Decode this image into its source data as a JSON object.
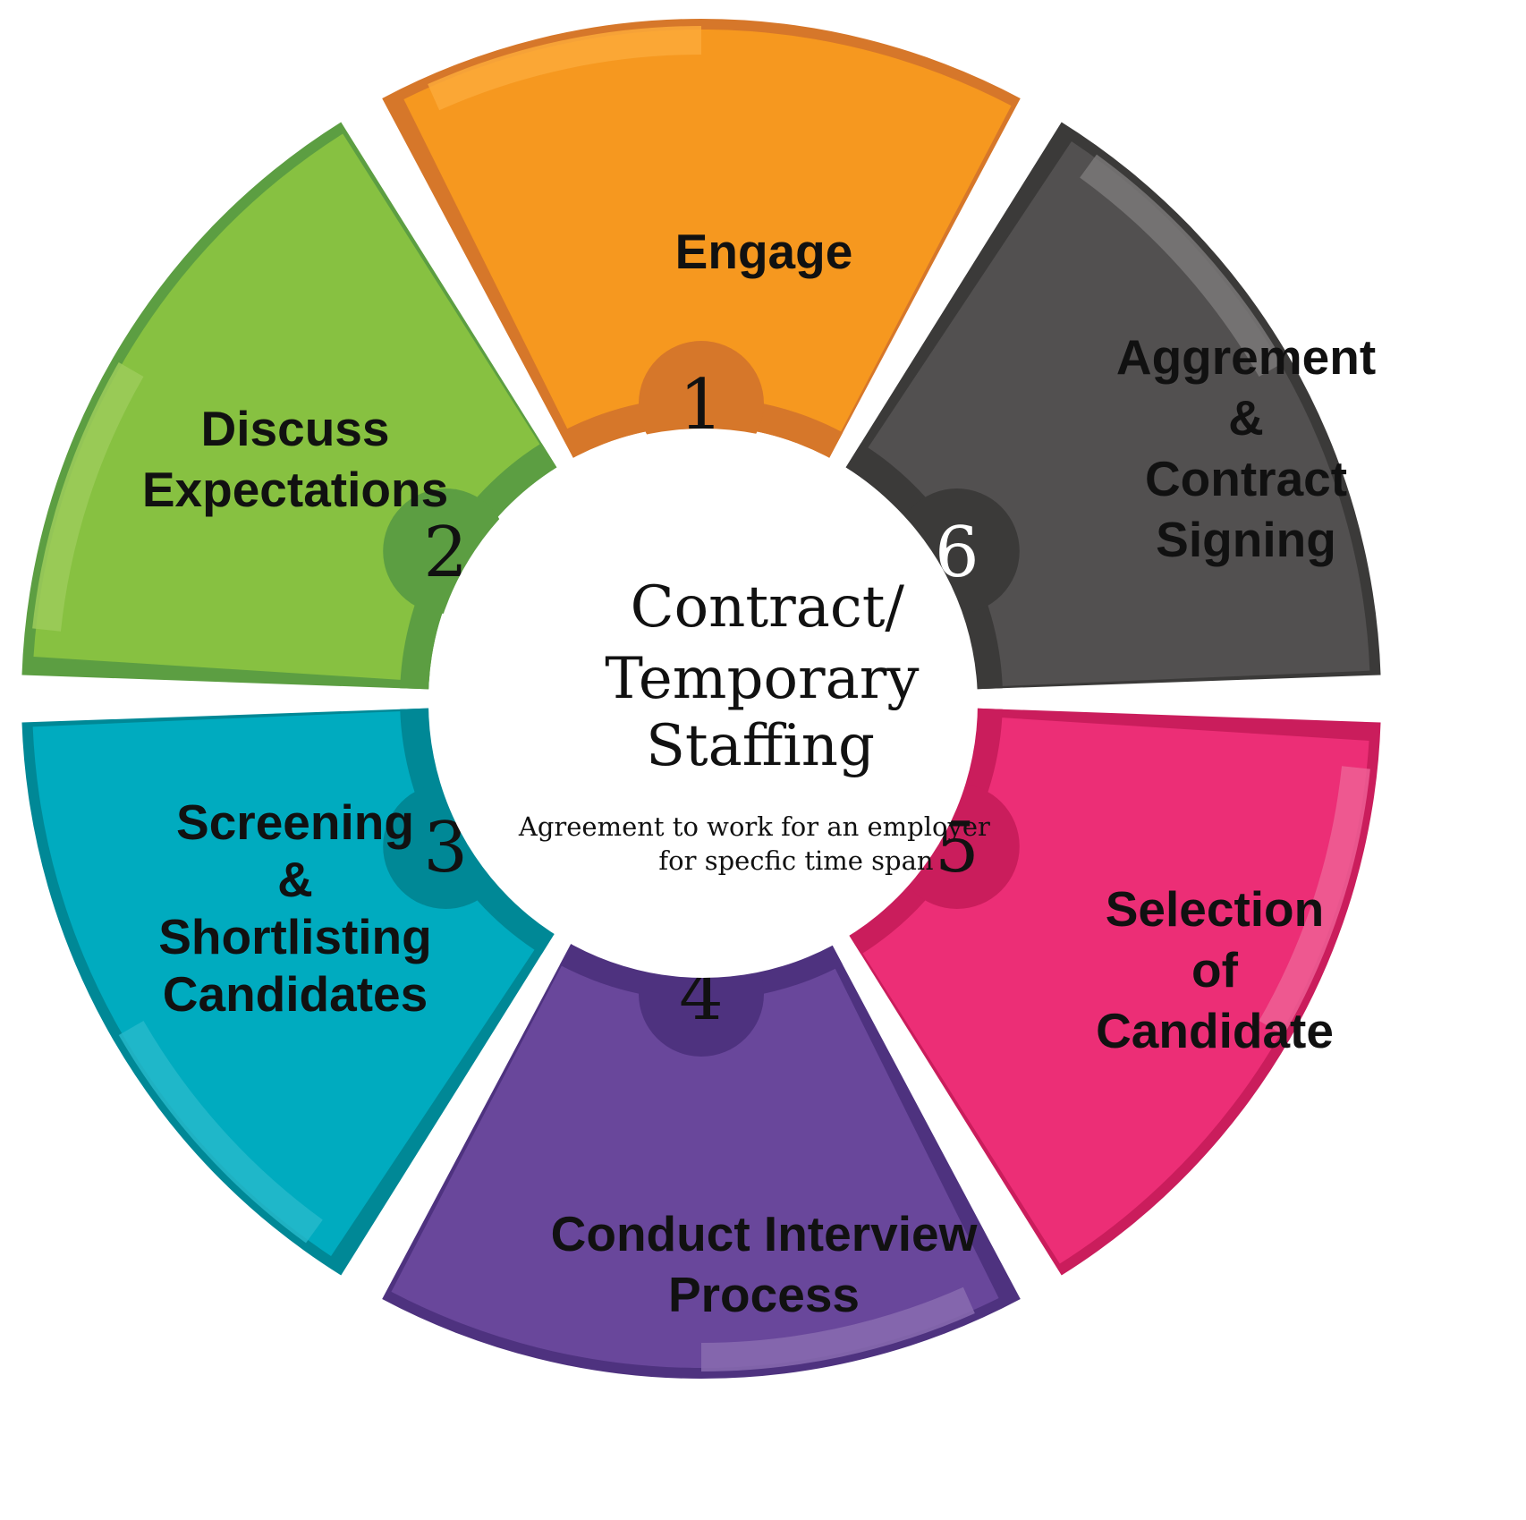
{
  "center": {
    "title_lines": [
      "Contract/",
      "Temporary",
      "Staffing"
    ],
    "subtitle_lines": [
      "Agreement to work for an employer",
      "for specfic time span"
    ],
    "color": "#ffffff"
  },
  "steps": [
    {
      "number": "1",
      "label_lines": [
        "Engage"
      ],
      "color": "#f6981f",
      "dark": "#d6772a",
      "light": "#fba93a",
      "num_color": "#111111"
    },
    {
      "number": "2",
      "label_lines": [
        "Discuss",
        "Expectations"
      ],
      "color": "#87c141",
      "dark": "#5c9e42",
      "light": "#9ccb5a",
      "num_color": "#111111"
    },
    {
      "number": "3",
      "label_lines": [
        "Screening",
        "&",
        "Shortlisting",
        "Candidates"
      ],
      "color": "#00abbf",
      "dark": "#008896",
      "light": "#25b9ca",
      "num_color": "#111111"
    },
    {
      "number": "4",
      "label_lines": [
        "Conduct Interview",
        "Process"
      ],
      "color": "#69479b",
      "dark": "#4e327f",
      "light": "#8a6cb0",
      "num_color": "#111111"
    },
    {
      "number": "5",
      "label_lines": [
        "Selection",
        "of",
        "Candidate"
      ],
      "color": "#ec2e76",
      "dark": "#ca1d5c",
      "light": "#ef5f95",
      "num_color": "#111111"
    },
    {
      "number": "6",
      "label_lines": [
        "Aggrement",
        "&",
        "Contract",
        "Signing"
      ],
      "color": "#525050",
      "dark": "#3b3a39",
      "light": "#7a7878",
      "num_color": "#ffffff"
    }
  ]
}
